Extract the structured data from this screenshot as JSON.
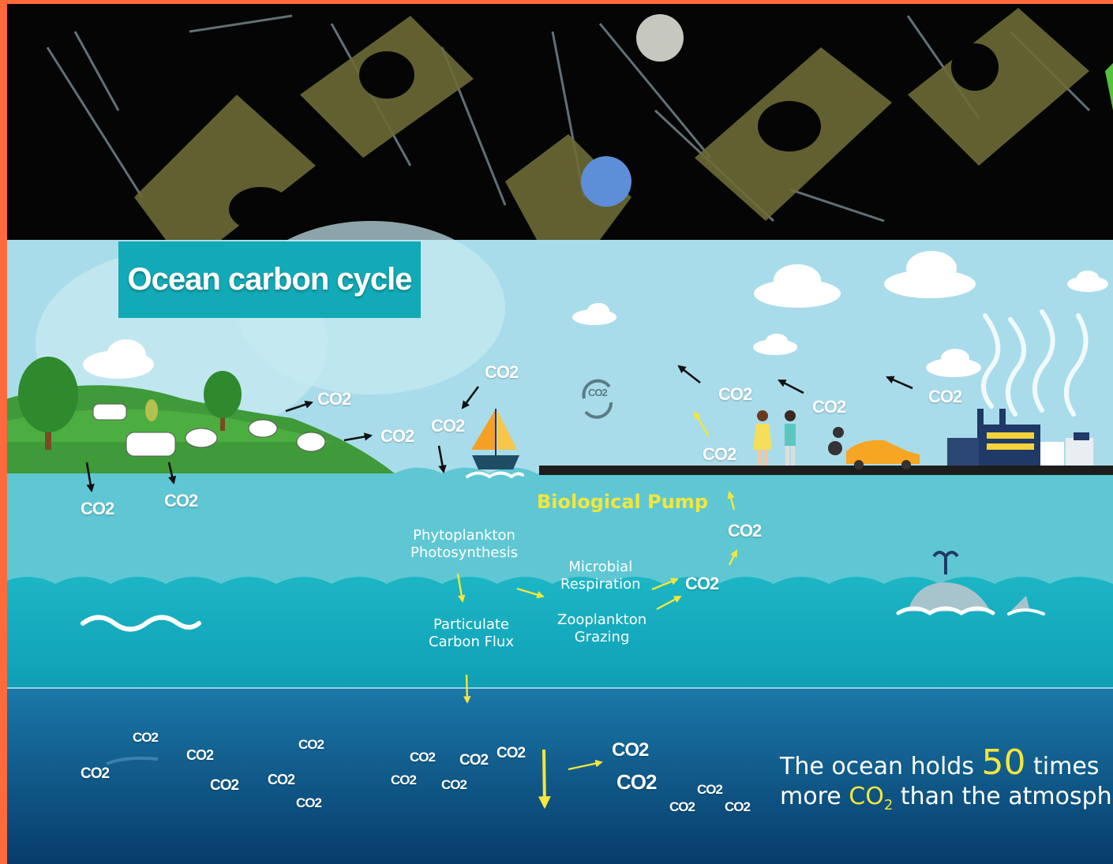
{
  "title": "Ocean carbon cycle",
  "biological_pump": "Biological Pump",
  "labels": {
    "phytoplankton": [
      "Phytoplankton",
      "Photosynthesis"
    ],
    "microbial": [
      "Microbial",
      "Respiration"
    ],
    "particulate": [
      "Particulate",
      "Carbon Flux"
    ],
    "zooplankton": [
      "Zooplankton",
      "Grazing"
    ]
  },
  "co2_label": "CO2",
  "statement": {
    "line1_prefix": "The ocean holds ",
    "line1_number": "50",
    "line1_suffix": " times",
    "line2_prefix": "more ",
    "line2_co": "CO",
    "line2_sub": "2",
    "line2_suffix": " than the atmosphere"
  },
  "colors": {
    "frame": "#ff6a3d",
    "sky": "#a9dcea",
    "sea_surface": "#5fc7d3",
    "mid_water": "#16aebf",
    "deep_water": "#0b4f80",
    "title_box": "#13aab7",
    "accent_yellow": "#f4e63a",
    "land_green": "#3f9a3a"
  }
}
